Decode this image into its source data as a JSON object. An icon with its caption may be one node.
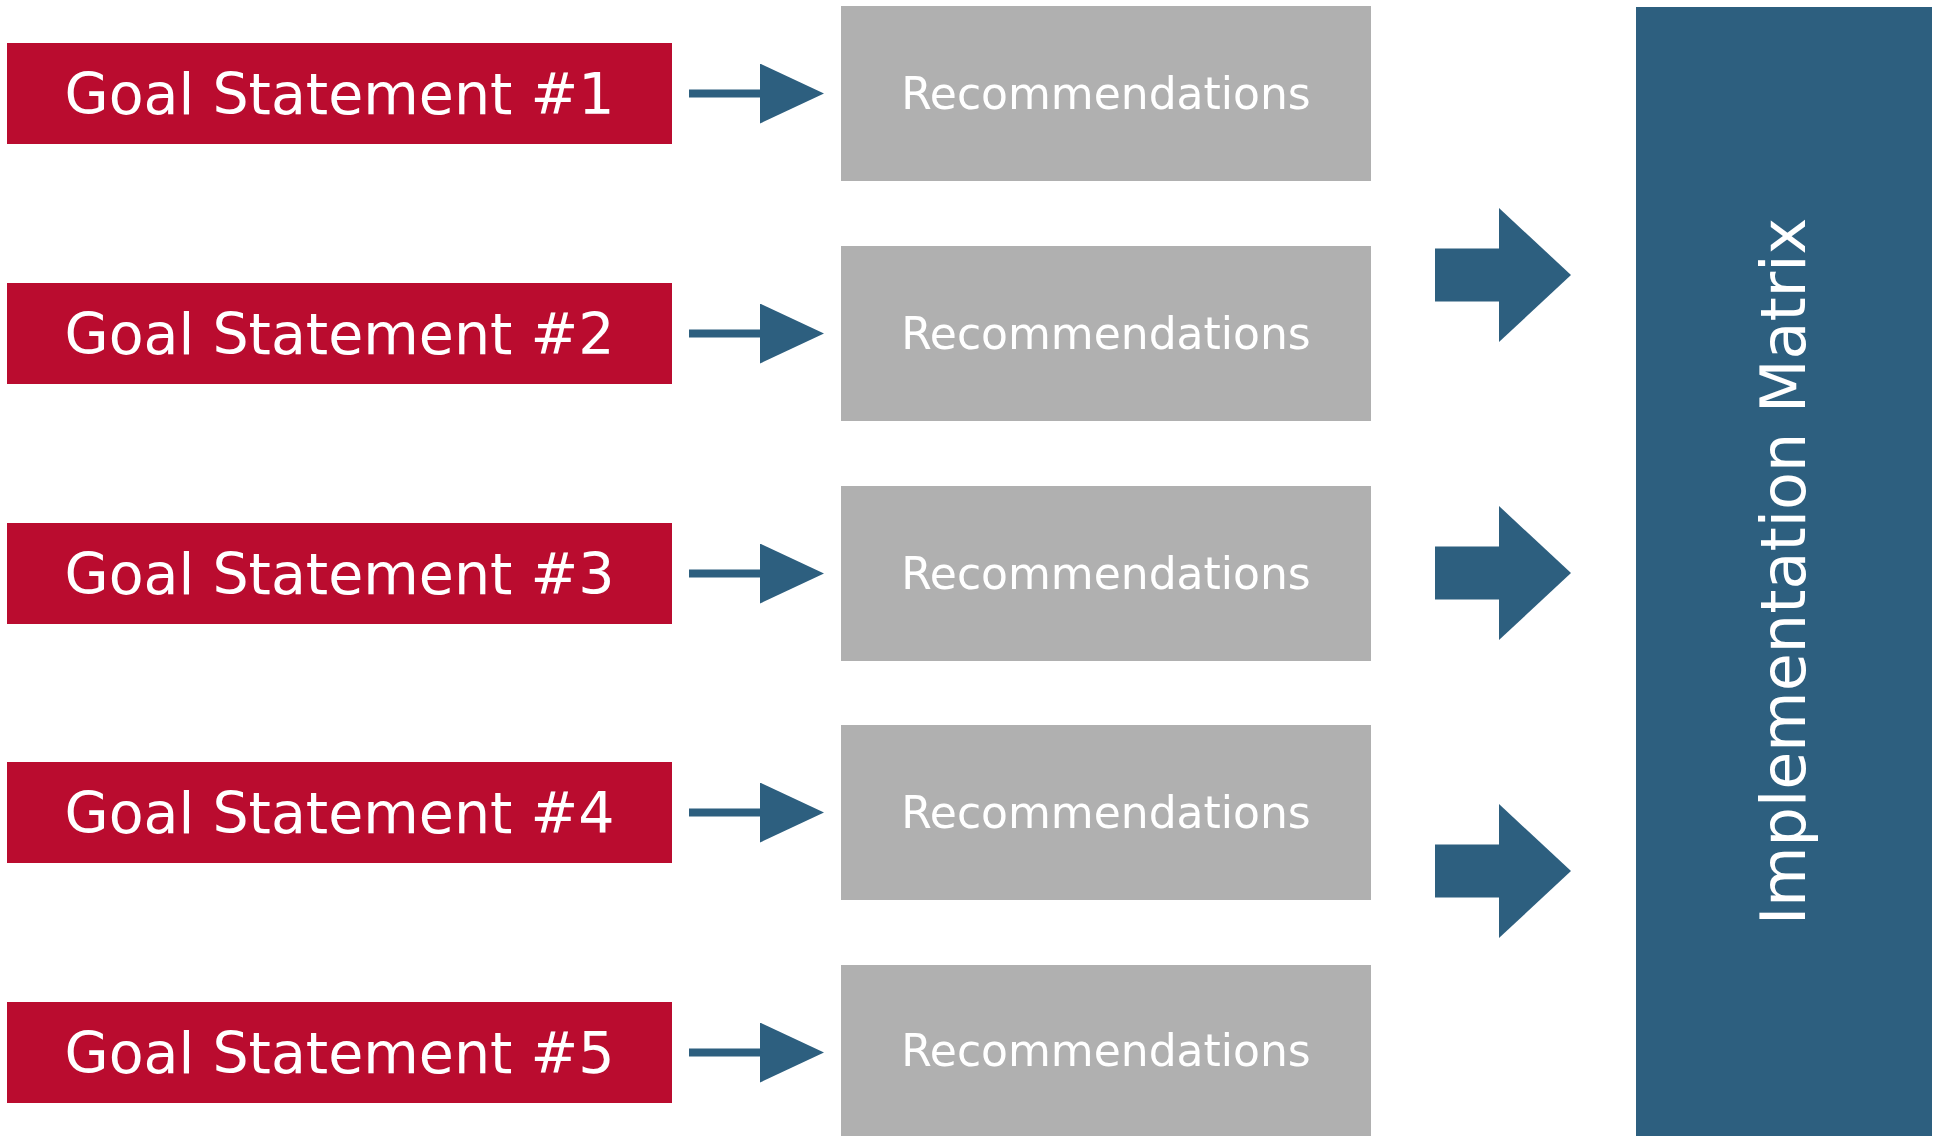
{
  "diagram": {
    "nodes": [
      {
        "text": [
          "Goal Statement #1"
        ]
      },
      {
        "text": [
          "Goal Statement #2"
        ]
      },
      {
        "text": [
          "Goal Statement #3"
        ]
      },
      {
        "text": [
          "Goal Statement #4"
        ]
      },
      {
        "text": [
          "Goal Statement #5"
        ]
      },
      {
        "text": [
          "Recommendations"
        ]
      },
      {
        "text": [
          "Recommendations"
        ]
      },
      {
        "text": [
          "Recommendations"
        ]
      },
      {
        "text": [
          "Recommendations"
        ]
      },
      {
        "text": [
          "Recommendations"
        ]
      },
      {
        "text": [
          "Implementation Matrix"
        ]
      }
    ],
    "edges": [
      {
        "from": 0,
        "to": 5,
        "arrow": "to"
      },
      {
        "from": 1,
        "to": 6,
        "arrow": "to"
      },
      {
        "from": 2,
        "to": 7,
        "arrow": "to"
      },
      {
        "from": 3,
        "to": 8,
        "arrow": "to"
      },
      {
        "from": 4,
        "to": 9,
        "arrow": "to"
      },
      {
        "from": null,
        "to": 10,
        "arrow": "to",
        "style": "thick"
      },
      {
        "from": null,
        "to": 10,
        "arrow": "to",
        "style": "thick"
      },
      {
        "from": null,
        "to": 10,
        "arrow": "to",
        "style": "thick"
      }
    ]
  }
}
